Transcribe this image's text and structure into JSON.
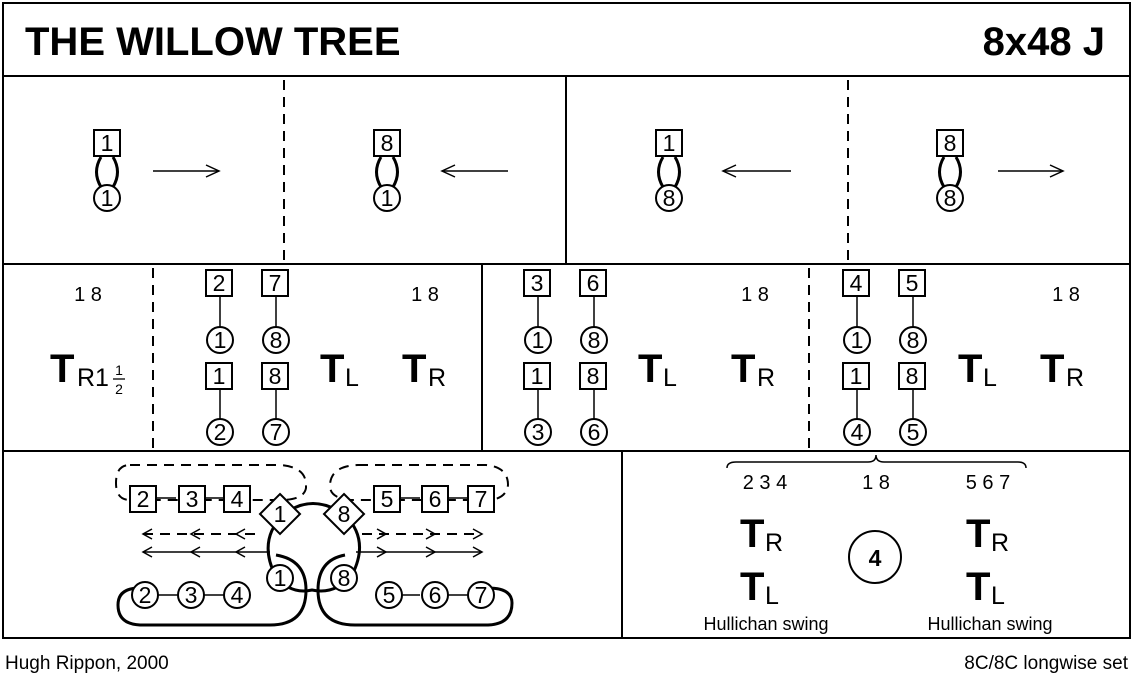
{
  "title": "THE WILLOW TREE",
  "formation": "8x48 J",
  "footer": {
    "author": "Hugh Rippon, 2000",
    "set": "8C/8C longwise set"
  },
  "dancers": {
    "d1": "1",
    "d2": "2",
    "d3": "3",
    "d4": "4",
    "d5": "5",
    "d6": "6",
    "d7": "7",
    "d8": "8"
  },
  "bars": {
    "row2": [
      "1 8",
      "1 8",
      "1 8",
      "1 8"
    ],
    "row3_right": [
      "2 3 4",
      "1 8",
      "5 6 7"
    ]
  },
  "turns": {
    "T": "T",
    "R": "R",
    "L": "L",
    "R1": "R1",
    "half_num": "1",
    "half_den": "2"
  },
  "center_number": "4",
  "hullichan": "Hullichan swing",
  "icons": [
    "arrow-right-icon",
    "arrow-left-icon",
    "hand-link-icon"
  ]
}
